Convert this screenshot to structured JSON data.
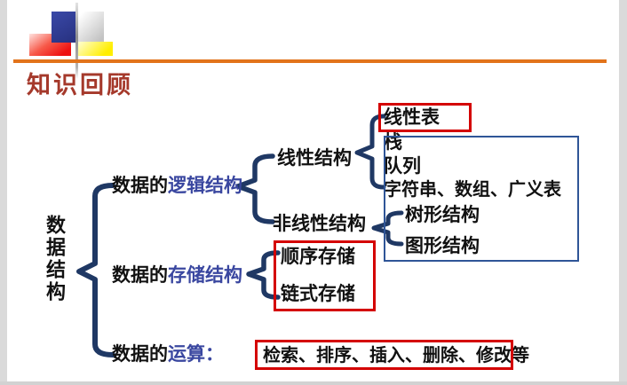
{
  "header": {
    "title": "知识回顾",
    "title_color": "#a5392b",
    "rule_color": "#e2731a"
  },
  "logo": {
    "blue": "#2b3890",
    "red": "#ee1111",
    "yellow": "#ffee00",
    "gray": "#c2c2c2"
  },
  "tree": {
    "root_label": "数据结构",
    "rows": {
      "logic": {
        "prefix": "数据的",
        "term": "逻辑结构"
      },
      "storage": {
        "prefix": "数据的",
        "term": "存储结构"
      },
      "operations": {
        "prefix": "数据的",
        "term": "运算："
      }
    },
    "logic_children": {
      "linear": "线性结构",
      "nonlinear": "非线性结构"
    },
    "linear_items": [
      "线性表",
      "栈",
      "队列",
      "字符串、数组、广义表"
    ],
    "nonlinear_items": [
      "树形结构",
      "图形结构"
    ],
    "storage_items": [
      "顺序存储",
      "链式存储"
    ],
    "operations_value": "检索、排序、插入、删除、修改等"
  },
  "colors": {
    "brace_navy": "#1f3864",
    "term_blue": "#3a47a0",
    "text_black": "#111111",
    "highlight_red": "#d40000",
    "frame_blue": "#2f5597"
  }
}
